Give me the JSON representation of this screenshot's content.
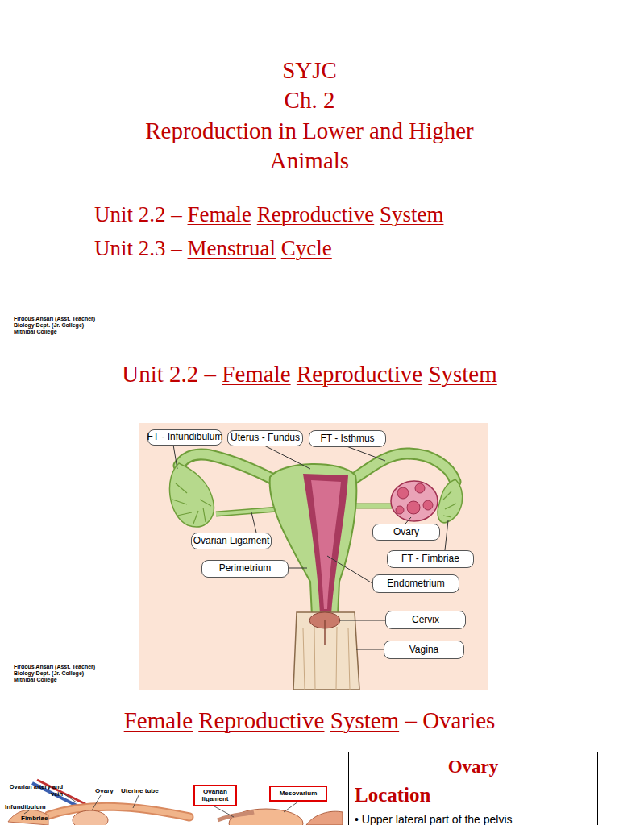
{
  "diagram": {
    "nodes": [
      {
        "text": [
          "FT - Infundibulum"
        ]
      },
      {
        "text": [
          "Uterus - Fundus"
        ]
      },
      {
        "text": [
          "FT - Isthmus"
        ]
      },
      {
        "text": [
          "Ovarian Ligament"
        ]
      },
      {
        "text": [
          "Ovary"
        ]
      },
      {
        "text": [
          "Perimetrium"
        ]
      },
      {
        "text": [
          "FT - Fimbriae"
        ]
      },
      {
        "text": [
          "Endometrium"
        ]
      },
      {
        "text": [
          "Cervix"
        ]
      },
      {
        "text": [
          "Vagina"
        ]
      },
      {
        "text": [
          "Ovarian ligament"
        ]
      },
      {
        "text": [
          "Mesovarium"
        ]
      },
      {
        "text": [
          "Ovary",
          "Location",
          "• Upper lateral part of the pelvis"
        ]
      }
    ],
    "labels": [
      "SYJC",
      "Ch. 2",
      "Reproduction in Lower and Higher Animals",
      "Unit 2.2 – Female Reproductive System",
      "Unit 2.3 – Menstrual Cycle",
      "Firdous Ansari (Asst. Teacher)",
      "Biology Dept. (Jr. College)",
      "Mithibai College",
      "Unit 2.2 – Female Reproductive System",
      "Firdous Ansari (Asst. Teacher)",
      "Biology Dept. (Jr. College)",
      "Mithibai College",
      "Female Reproductive System – Ovaries",
      "Ovarian artery and vein",
      "Ovary",
      "Uterine tube",
      "Infundibulum",
      "Fimbriae"
    ]
  }
}
